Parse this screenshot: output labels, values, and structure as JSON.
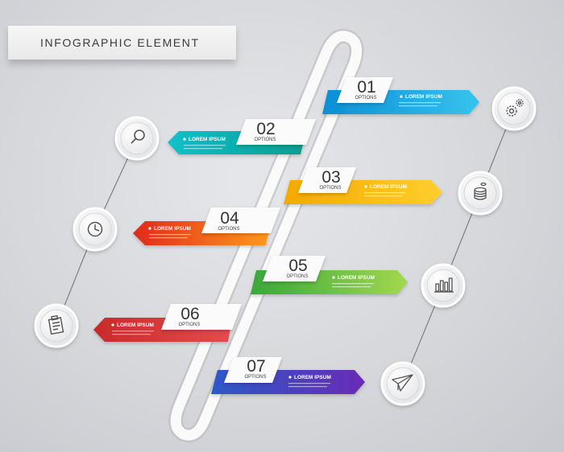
{
  "title": "INFOGRAPHIC ELEMENT",
  "colors": {
    "step1": [
      "#0b8fd6",
      "#37c3ee"
    ],
    "step2": [
      "#0aa59f",
      "#12c1cc"
    ],
    "step3": [
      "#f5a800",
      "#ffcf2d"
    ],
    "step4": [
      "#e0291f",
      "#ff8b1a"
    ],
    "step5": [
      "#3aa73a",
      "#9ad34b"
    ],
    "step6": [
      "#d72e2e",
      "#e04a4a"
    ],
    "step7": [
      "#5b2bb6",
      "#2c59c8"
    ]
  },
  "steps": [
    {
      "number": "01",
      "sub": "OPTIONS",
      "label": "LOREM IPSUM"
    },
    {
      "number": "02",
      "sub": "OPTIONS",
      "label": "LOREM IPSUM"
    },
    {
      "number": "03",
      "sub": "OPTIONS",
      "label": "LOREM IPSUM"
    },
    {
      "number": "04",
      "sub": "OPTIONS",
      "label": "LOREM IPSUM"
    },
    {
      "number": "05",
      "sub": "OPTIONS",
      "label": "LOREM IPSUM"
    },
    {
      "number": "06",
      "sub": "OPTIONS",
      "label": "LOREM IPSUM"
    },
    {
      "number": "07",
      "sub": "OPTIONS",
      "label": "LOREM IPSUM"
    }
  ],
  "icons_left": [
    "magnifier-icon",
    "clock-icon",
    "clipboard-icon"
  ],
  "icons_right": [
    "gears-icon",
    "coins-icon",
    "bar-chart-icon",
    "paper-plane-icon"
  ]
}
